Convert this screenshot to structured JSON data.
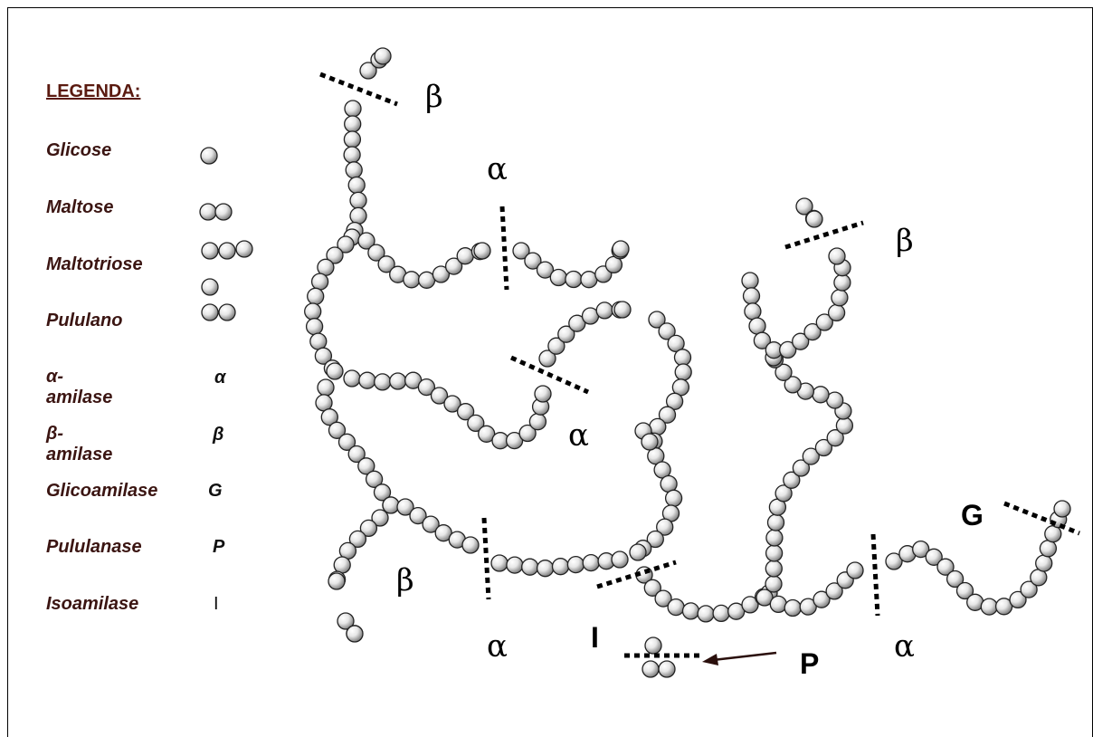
{
  "legend": {
    "title": "LEGENDA:",
    "items": [
      {
        "label": "Glicose",
        "symbol": "",
        "icon": "glucose-icon"
      },
      {
        "label": "Maltose",
        "symbol": "",
        "icon": "maltose-icon"
      },
      {
        "label": "Maltotriose",
        "symbol": "",
        "icon": "maltotriose-icon"
      },
      {
        "label": "Pululano",
        "symbol": "",
        "icon": "pullulan-icon"
      },
      {
        "label": "α-amilase",
        "symbol": "α",
        "icon": ""
      },
      {
        "label": "β-amilase",
        "symbol": "β",
        "icon": ""
      },
      {
        "label": "Glicoamilase",
        "symbol": "G",
        "icon": ""
      },
      {
        "label": "Pululanase",
        "symbol": "P",
        "icon": ""
      },
      {
        "label": "Isoamilase",
        "symbol": "I",
        "icon": ""
      }
    ]
  },
  "diagram": {
    "labels": {
      "beta_top": "β",
      "alpha_top": "α",
      "beta_right": "β",
      "alpha_middle": "α",
      "g_right": "G",
      "beta_bottom_left": "β",
      "alpha_bottom_left": "α",
      "i_bottom": "I",
      "p_bottom": "P",
      "alpha_bottom_right": "α"
    },
    "colors": {
      "bead_light": "#f4f4f4",
      "bead_dark": "#7a7a7a",
      "bead_stroke": "#222222",
      "cut_line": "#000000",
      "legend_text": "#3b1512"
    }
  }
}
